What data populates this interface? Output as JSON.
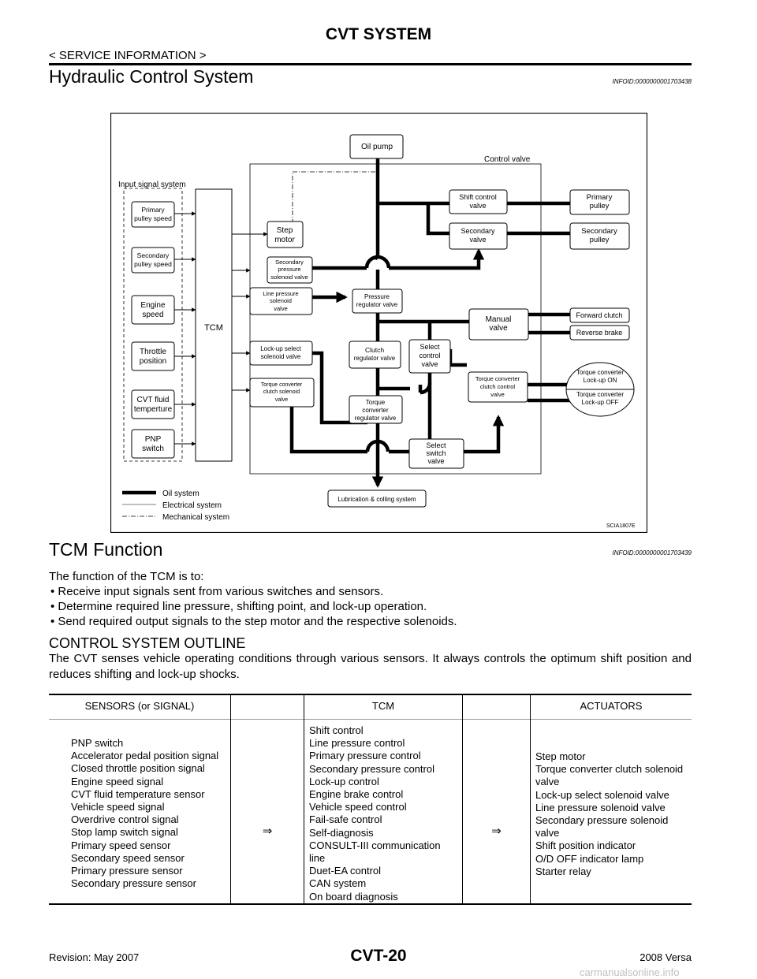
{
  "header": {
    "title": "CVT SYSTEM",
    "section": "< SERVICE INFORMATION >"
  },
  "sections": [
    {
      "title": "Hydraulic Control System",
      "infoid": "INFOID:0000000001703438"
    },
    {
      "title": "TCM Function",
      "infoid": "INFOID:0000000001703439"
    }
  ],
  "diagram": {
    "image_id": "SCIA1807E",
    "oil_pump": "Oil pump",
    "control_valve": "Control valve",
    "input_signal_system": "Input signal system",
    "tcm": "TCM",
    "inputs": [
      [
        "Primary",
        "pulley speed"
      ],
      [
        "Secondary",
        "pulley speed"
      ],
      [
        "Engine",
        "speed"
      ],
      [
        "Throttle",
        "position"
      ],
      [
        "CVT fluid",
        "temperture"
      ],
      [
        "PNP",
        "switch"
      ]
    ],
    "tcm_outputs": [
      [
        "Step",
        "motor"
      ],
      [
        "Secondary",
        "pressure",
        "solenoid valve"
      ],
      [
        "Line pressure",
        "solenoid",
        "valve"
      ],
      [
        "Lock-up select",
        "solenoid valve"
      ],
      [
        "Torque converter",
        "clutch solenoid",
        "valve"
      ]
    ],
    "valves": {
      "shift_control": [
        "Shift control",
        "valve"
      ],
      "secondary": [
        "Secondary",
        "valve"
      ],
      "pressure_regulator": [
        "Pressure",
        "regulator valve"
      ],
      "manual": [
        "Manual",
        "valve"
      ],
      "clutch_regulator": [
        "Clutch",
        "regulator valve"
      ],
      "select_control": [
        "Select",
        "control",
        "valve"
      ],
      "tc_clutch_control": [
        "Torque converter",
        "clutch control",
        "valve"
      ],
      "tc_regulator": [
        "Torque",
        "converter",
        "regulator valve"
      ],
      "select_switch": [
        "Select",
        "switch",
        "valve"
      ]
    },
    "outputs": {
      "primary_pulley": [
        "Primary",
        "pulley"
      ],
      "secondary_pulley": [
        "Secondary",
        "pulley"
      ],
      "forward_clutch": "Forward clutch",
      "reverse_brake": "Reverse brake",
      "lockup_on": [
        "Torque converter",
        "Lock-up ON"
      ],
      "lockup_off": [
        "Torque converter",
        "Lock-up OFF"
      ]
    },
    "lubrication": "Lubrication & colling system",
    "legend": [
      "Oil system",
      "Electrical system",
      "Mechanical system"
    ]
  },
  "tcm_function": {
    "intro": "The function of the TCM is to:",
    "bullets": [
      "Receive input signals sent from various switches and sensors.",
      "Determine required line pressure, shifting point, and lock-up operation.",
      "Send required output signals to the step motor and the respective solenoids."
    ]
  },
  "outline": {
    "heading": "CONTROL SYSTEM OUTLINE",
    "paragraph": "The CVT senses vehicle operating conditions through various sensors. It always controls the optimum shift position and reduces shifting and lock-up shocks."
  },
  "table": {
    "headers": [
      "SENSORS (or SIGNAL)",
      "TCM",
      "ACTUATORS"
    ],
    "arrow": "⇒",
    "sensors": [
      "PNP switch",
      "Accelerator pedal position signal",
      "Closed throttle position signal",
      "Engine speed signal",
      "CVT fluid temperature sensor",
      "Vehicle speed signal",
      "Overdrive control signal",
      "Stop lamp switch signal",
      "Primary speed sensor",
      "Secondary speed sensor",
      "Primary pressure sensor",
      "Secondary pressure sensor"
    ],
    "tcm": [
      "Shift control",
      "Line pressure control",
      "Primary pressure control",
      "Secondary pressure control",
      "Lock-up control",
      "Engine brake control",
      "Vehicle speed control",
      "Fail-safe control",
      "Self-diagnosis",
      "CONSULT-III communication",
      "line",
      "Duet-EA control",
      "CAN system",
      "On board diagnosis"
    ],
    "actuators": [
      "Step motor",
      "Torque converter clutch solenoid",
      "valve",
      "Lock-up select solenoid valve",
      "Line pressure solenoid valve",
      "Secondary pressure solenoid",
      "valve",
      "Shift position indicator",
      "O/D OFF indicator lamp",
      "Starter relay"
    ]
  },
  "footer": {
    "revision": "Revision: May 2007",
    "page": "CVT-20",
    "model": "2008 Versa",
    "watermark": "carmanualsonline.info"
  }
}
